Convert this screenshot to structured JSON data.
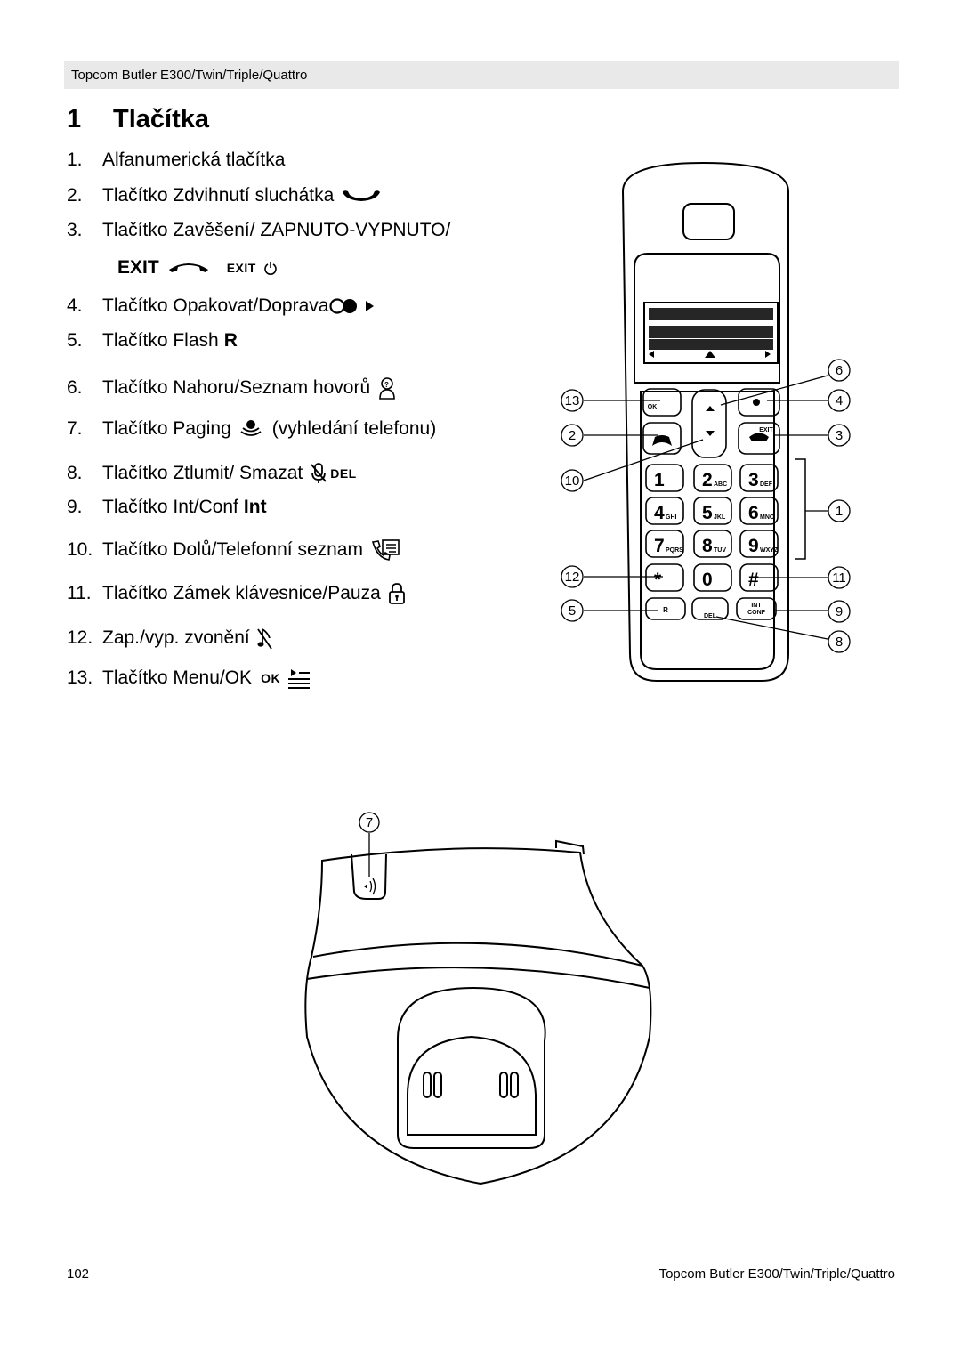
{
  "header": {
    "text": "Topcom Butler E300/Twin/Triple/Quattro"
  },
  "section": {
    "number": "1",
    "title": "Tlačítka"
  },
  "items": [
    {
      "num": "1.",
      "text": "Alfanumerická tlačítka"
    },
    {
      "num": "2.",
      "text": "Tlačítko Zdvihnutí sluchátka",
      "icon": "phone-pickup-icon"
    },
    {
      "num": "3.",
      "text": "Tlačítko Zavěšení/ ZAPNUTO-VYPNUTO/",
      "sub_label": "EXIT",
      "sub_label2": "EXIT",
      "icon": "phone-hangup-icon"
    },
    {
      "num": "4.",
      "text": "Tlačítko Opakovat/Doprava",
      "icon": "redial-right-icon"
    },
    {
      "num": "5.",
      "text": "Tlačítko Flash",
      "suffix": "R"
    },
    {
      "num": "6.",
      "text": "Tlačítko Nahoru/Seznam hovorů",
      "icon": "call-list-icon"
    },
    {
      "num": "7.",
      "text": "Tlačítko Paging",
      "suffix": "(vyhledání telefonu)",
      "icon": "paging-icon"
    },
    {
      "num": "8.",
      "text": "Tlačítko Ztlumit/ Smazat",
      "suffix": "DEL",
      "icon": "mute-icon"
    },
    {
      "num": "9.",
      "text": "Tlačítko Int/Conf",
      "suffix": "Int"
    },
    {
      "num": "10.",
      "text": "Tlačítko Dolů/Telefonní seznam",
      "icon": "phonebook-icon"
    },
    {
      "num": "11.",
      "text": "Tlačítko Zámek klávesnice/Pauza",
      "icon": "lock-icon"
    },
    {
      "num": "12.",
      "text": "Zap./vyp. zvonění",
      "icon": "ringer-icon"
    },
    {
      "num": "13.",
      "text": "Tlačítko Menu/OK",
      "suffix": "OK",
      "icon": "menu-icon"
    }
  ],
  "phone": {
    "callouts": [
      "1",
      "2",
      "3",
      "4",
      "5",
      "6",
      "7",
      "8",
      "9",
      "10",
      "11",
      "12",
      "13"
    ],
    "keys": [
      {
        "digit": "1",
        "letters": ""
      },
      {
        "digit": "2",
        "letters": "ABC"
      },
      {
        "digit": "3",
        "letters": "DEF"
      },
      {
        "digit": "4",
        "letters": "GHI"
      },
      {
        "digit": "5",
        "letters": "JKL"
      },
      {
        "digit": "6",
        "letters": "MNO"
      },
      {
        "digit": "7",
        "letters": "PQRS"
      },
      {
        "digit": "8",
        "letters": "TUV"
      },
      {
        "digit": "9",
        "letters": "WXYZ"
      },
      {
        "digit": "*",
        "letters": ""
      },
      {
        "digit": "0",
        "letters": ""
      },
      {
        "digit": "#",
        "letters": ""
      }
    ],
    "key_labels": {
      "ok": "OK",
      "exit": "EXIT",
      "r": "R",
      "del": "DEL",
      "int": "INT",
      "conf": "CONF"
    },
    "base_callout": "7"
  },
  "footer": {
    "page": "102",
    "text": "Topcom Butler E300/Twin/Triple/Quattro"
  }
}
